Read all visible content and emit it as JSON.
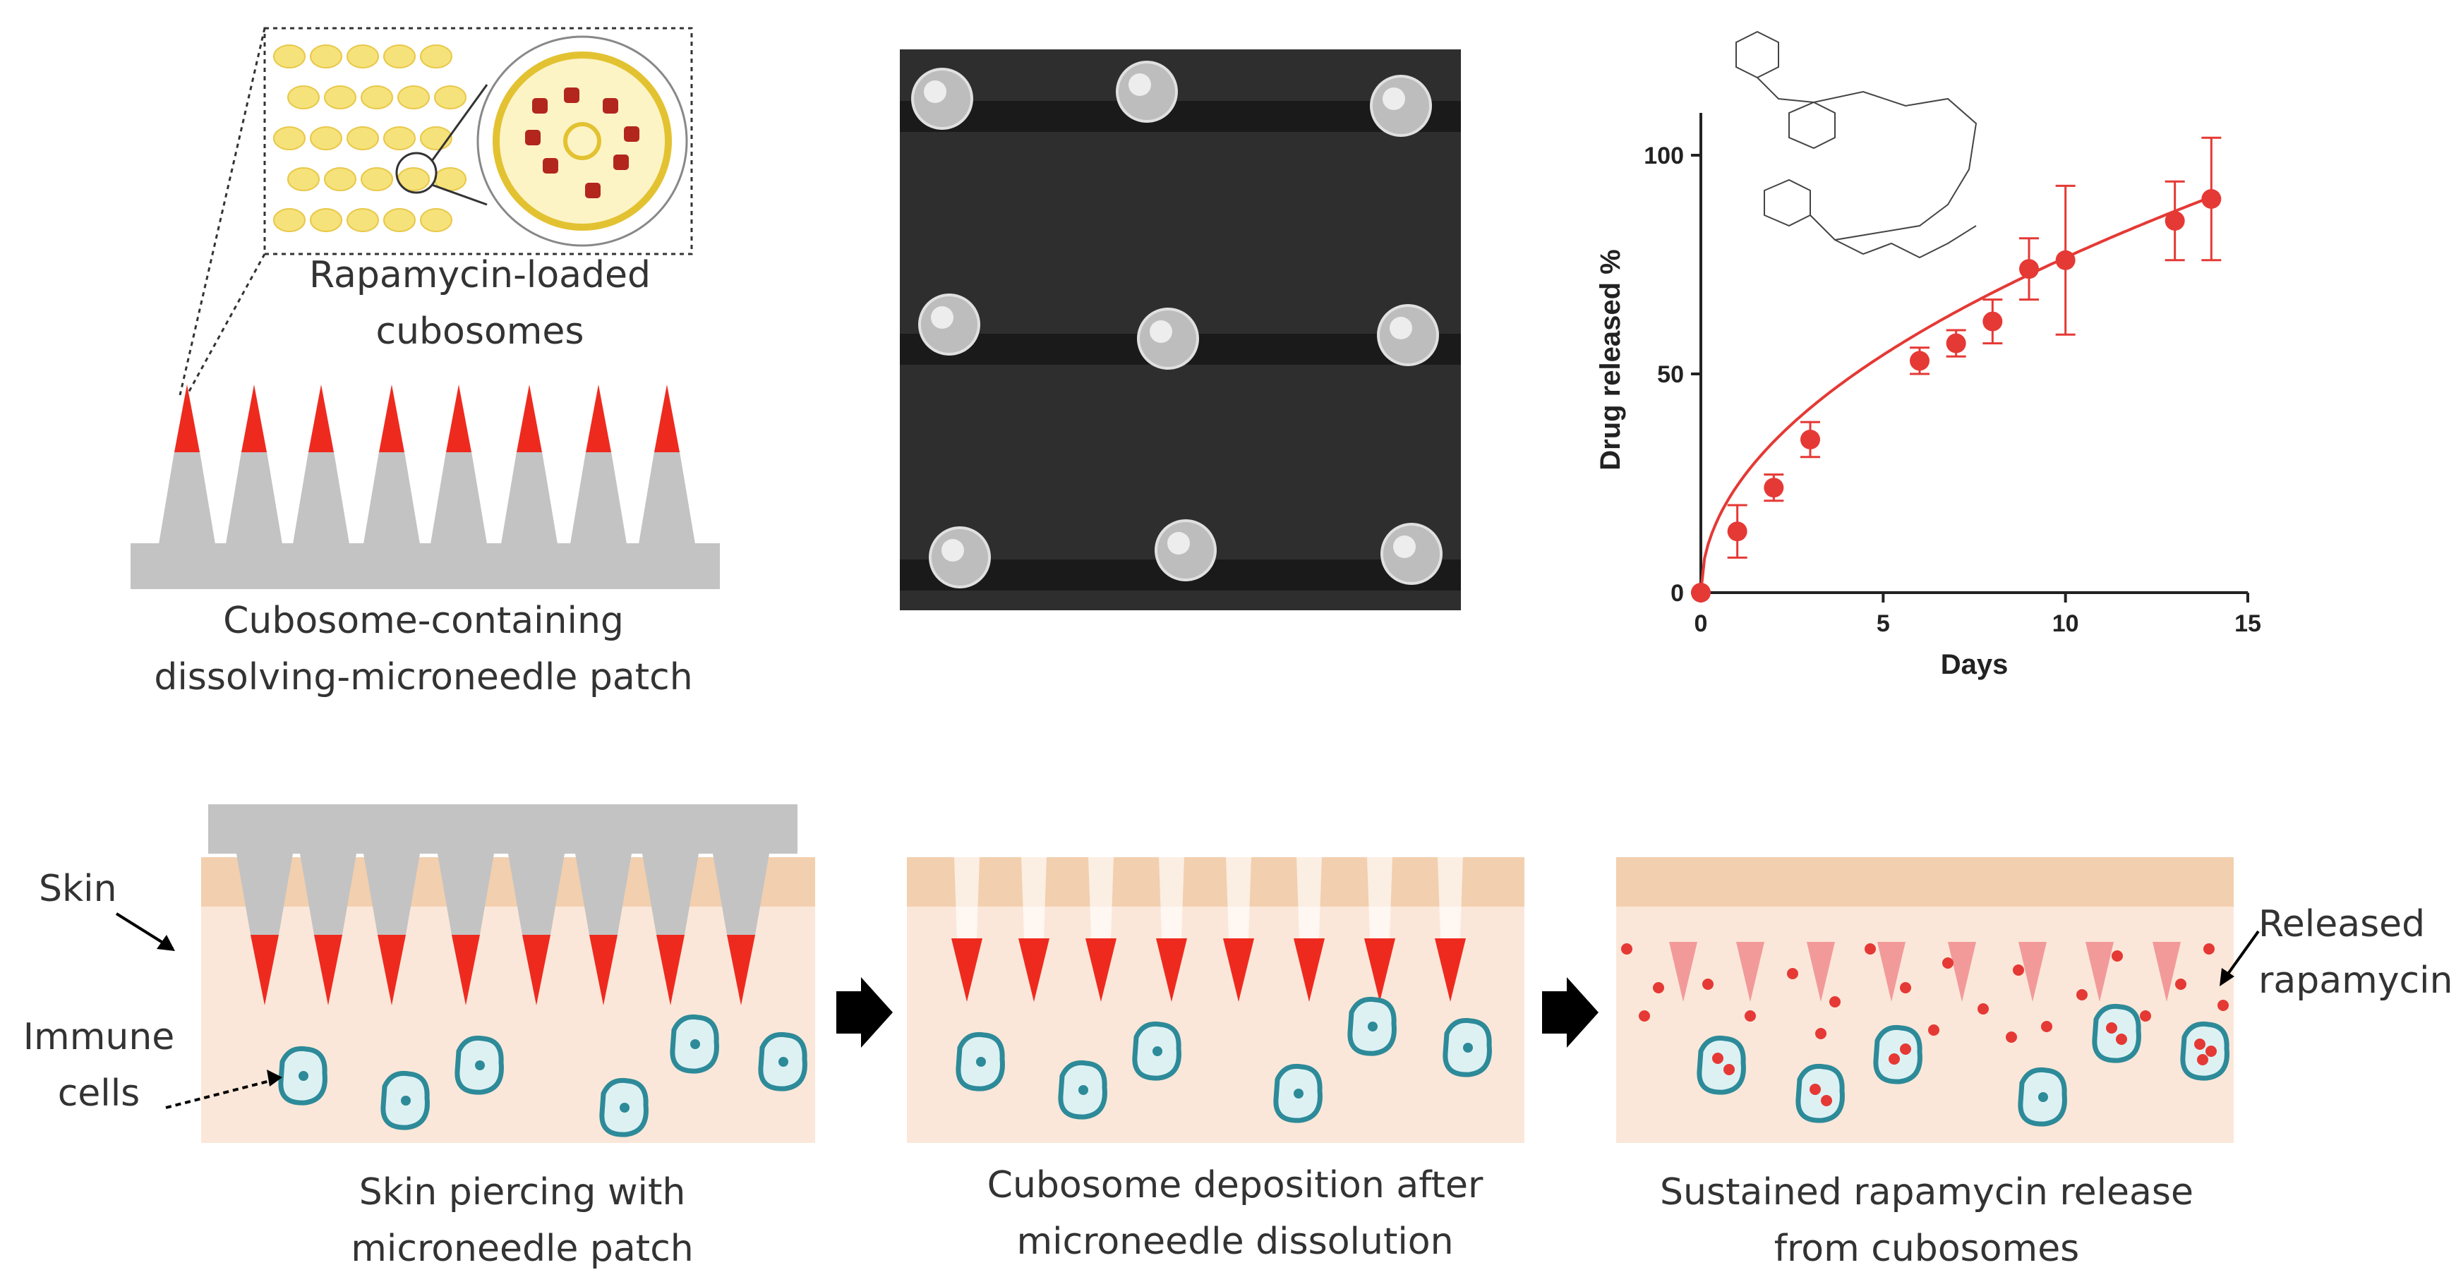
{
  "labels": {
    "cubosomes": "Rapamycin-loaded\ncubosomes",
    "patch": "Cubosome-containing\ndissolving-microneedle patch",
    "skin": "Skin",
    "immune_cells": "Immune\ncells",
    "released": "Released\nrapamycin",
    "step1": "Skin piercing with\nmicroneedle patch",
    "step2": "Cubosome deposition after\nmicroneedle dissolution",
    "step3": "Sustained rapamycin release\nfrom cubosomes"
  },
  "colors": {
    "needle_tip": "#ee2a1f",
    "needle_body": "#c3c3c3",
    "skin_top": "#f2cfae",
    "skin_body": "#fbe7d9",
    "cell_outline": "#2d8a99",
    "cell_fill": "#ddf1f3",
    "release_dot": "#e53935",
    "faded_tip": "#f29a9a",
    "curve": "#e53935",
    "cubosome": "#f6e27a"
  },
  "chart_data": {
    "type": "scatter",
    "xlabel": "Days",
    "ylabel": "Drug released %",
    "xlim": [
      0,
      15
    ],
    "ylim": [
      0,
      100
    ],
    "xticks": [
      "0",
      "5",
      "10",
      "15"
    ],
    "yticks": [
      "0",
      "50",
      "100"
    ],
    "grid": false,
    "series": [
      {
        "x": [
          0,
          1,
          2,
          3,
          6,
          7,
          8,
          9,
          10,
          13,
          14
        ],
        "y": [
          0,
          14,
          24,
          35,
          53,
          57,
          62,
          74,
          76,
          85,
          90
        ],
        "err": [
          0,
          6,
          3,
          4,
          3,
          3,
          5,
          7,
          17,
          9,
          14
        ]
      }
    ],
    "fit_curve": true
  }
}
